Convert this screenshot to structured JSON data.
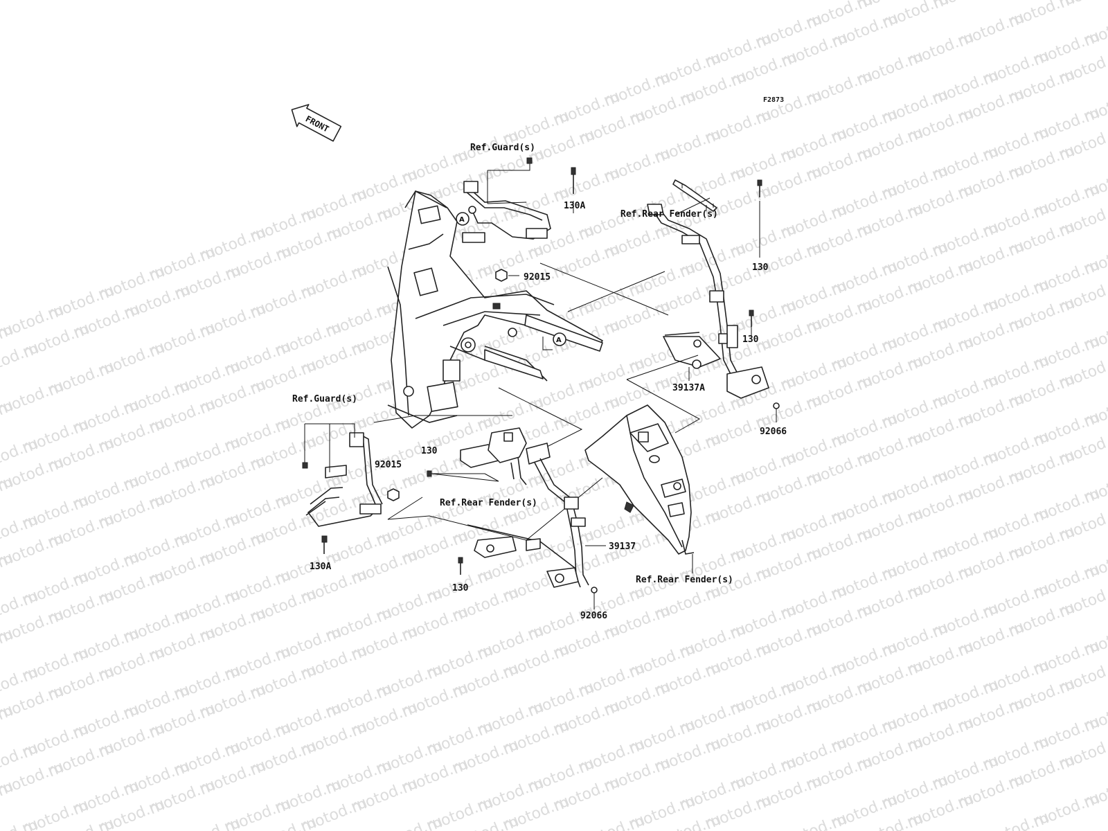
{
  "diagram": {
    "code": "F2873",
    "front_label": "FRONT",
    "watermark_text": "motod.ru",
    "marker_letter": "A",
    "labels": [
      {
        "id": "ref-guard-top",
        "text": "Ref.Guard(s)"
      },
      {
        "id": "130a-top",
        "text": "130A"
      },
      {
        "id": "92015-top",
        "text": "92015"
      },
      {
        "id": "ref-rear-fender-top",
        "text": "Ref.Rear Fender(s)"
      },
      {
        "id": "130-right-top",
        "text": "130"
      },
      {
        "id": "130-right-mid",
        "text": "130"
      },
      {
        "id": "39137a",
        "text": "39137A"
      },
      {
        "id": "92066-right",
        "text": "92066"
      },
      {
        "id": "ref-guard-left",
        "text": "Ref.Guard(s)"
      },
      {
        "id": "130-center",
        "text": "130"
      },
      {
        "id": "92015-left",
        "text": "92015"
      },
      {
        "id": "ref-rear-fender-mid",
        "text": "Ref.Rear Fender(s)"
      },
      {
        "id": "39137",
        "text": "39137"
      },
      {
        "id": "130a-bottom",
        "text": "130A"
      },
      {
        "id": "130-bottom",
        "text": "130"
      },
      {
        "id": "ref-rear-fender-bottom",
        "text": "Ref.Rear Fender(s)"
      },
      {
        "id": "92066-bottom",
        "text": "92066"
      }
    ]
  }
}
